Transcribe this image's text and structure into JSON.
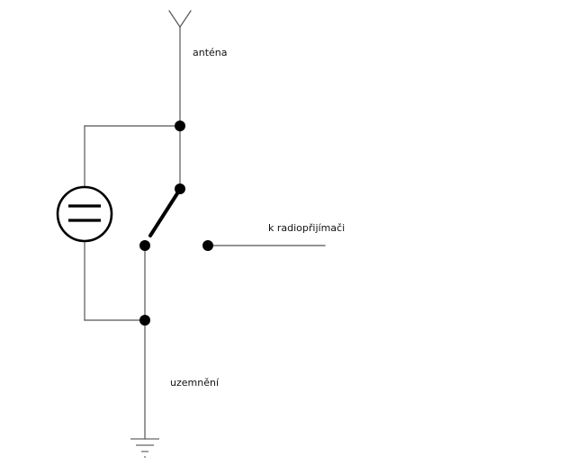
{
  "labels": {
    "antenna": "anténa",
    "receiver": "k radiopřijímači",
    "ground": "uzemnění"
  }
}
